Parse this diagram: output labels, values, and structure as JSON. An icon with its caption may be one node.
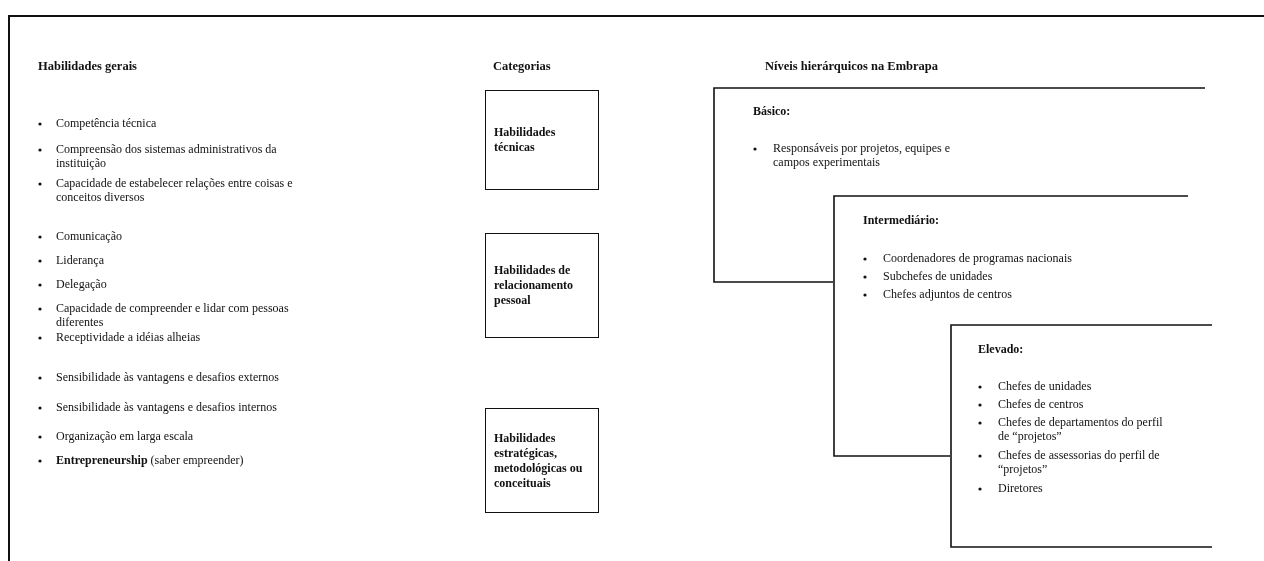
{
  "diagram": {
    "nodes": [
      {
        "text": [
          "Habilidades técnicas"
        ]
      },
      {
        "text": [
          "Habilidades de relacionamento pessoal"
        ]
      },
      {
        "text": [
          "Habilidades estratégicas, metodológicas ou conceituais"
        ]
      },
      {
        "text": [
          "Básico:",
          "Responsáveis por projetos, equipes e campos experimentais"
        ]
      },
      {
        "text": [
          "Intermediário:",
          "Coordenadores de programas nacionais",
          "Subchefes de unidades",
          "Chefes adjuntos de centros"
        ]
      },
      {
        "text": [
          "Elevado:",
          "Chefes de unidades",
          "Chefes de centros",
          "Chefes de departamentos do perfil de “projetos”",
          "Chefes de assessorias do perfil de “projetos”",
          "Diretores"
        ]
      }
    ],
    "edges": [],
    "labels": [
      "Habilidades gerais",
      "Categorias",
      "Níveis hierárquicos na Embrapa",
      "Competência técnica",
      "Compreensão dos sistemas administrativos da instituição",
      "Capacidade de estabelecer relações entre coisas e conceitos diversos",
      "Comunicação",
      "Liderança",
      "Delegação",
      "Capacidade de compreender e lidar com pessoas diferentes",
      "Receptividade a idéias alheias",
      "Sensibilidade às vantagens e desafios externos",
      "Sensibilidade às vantagens e desafios internos",
      "Organização em larga escala",
      "**Entrepreneurship** (saber empreender)"
    ]
  }
}
